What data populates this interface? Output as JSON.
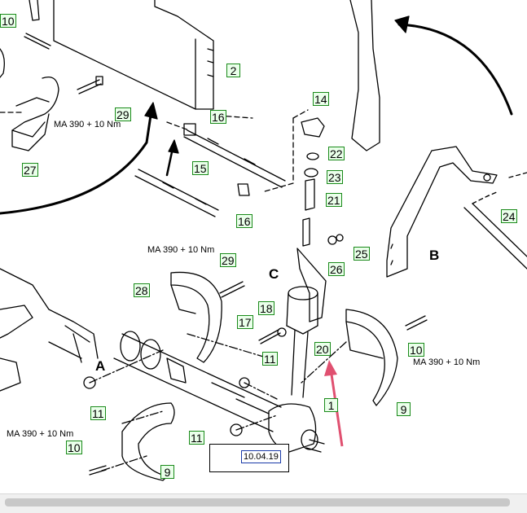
{
  "callouts": [
    {
      "id": "c10a",
      "text": "10"
    },
    {
      "id": "c2",
      "text": "2"
    },
    {
      "id": "c29a",
      "text": "29"
    },
    {
      "id": "c16a",
      "text": "16"
    },
    {
      "id": "c27",
      "text": "27"
    },
    {
      "id": "c14",
      "text": "14"
    },
    {
      "id": "c22",
      "text": "22"
    },
    {
      "id": "c23",
      "text": "23"
    },
    {
      "id": "c21",
      "text": "21"
    },
    {
      "id": "c15",
      "text": "15"
    },
    {
      "id": "c16b",
      "text": "16"
    },
    {
      "id": "c24",
      "text": "24"
    },
    {
      "id": "c25",
      "text": "25"
    },
    {
      "id": "c26",
      "text": "26"
    },
    {
      "id": "c29b",
      "text": "29"
    },
    {
      "id": "c28",
      "text": "28"
    },
    {
      "id": "c18",
      "text": "18"
    },
    {
      "id": "c17",
      "text": "17"
    },
    {
      "id": "c20",
      "text": "20"
    },
    {
      "id": "c11a",
      "text": "11"
    },
    {
      "id": "c10b",
      "text": "10"
    },
    {
      "id": "c11b",
      "text": "11"
    },
    {
      "id": "c1",
      "text": "1"
    },
    {
      "id": "c9a",
      "text": "9"
    },
    {
      "id": "c11c",
      "text": "11"
    },
    {
      "id": "c10c",
      "text": "10"
    },
    {
      "id": "c9b",
      "text": "9"
    }
  ],
  "torque_notes": [
    {
      "id": "t1",
      "text": "MA 390 + 10 Nm"
    },
    {
      "id": "t2",
      "text": "MA 390 + 10 Nm"
    },
    {
      "id": "t3",
      "text": "MA 390 + 10 Nm"
    },
    {
      "id": "t4",
      "text": "MA 390 + 10 Nm"
    }
  ],
  "letters": {
    "A": "A",
    "B": "B",
    "C": "C"
  },
  "reference": {
    "label": "10.04.19",
    "icon": "eye-icon"
  },
  "colors": {
    "callout_border": "#1a8a1a",
    "callout_fill": "#eaffea",
    "arrow": "#e05070",
    "line": "#000000"
  }
}
